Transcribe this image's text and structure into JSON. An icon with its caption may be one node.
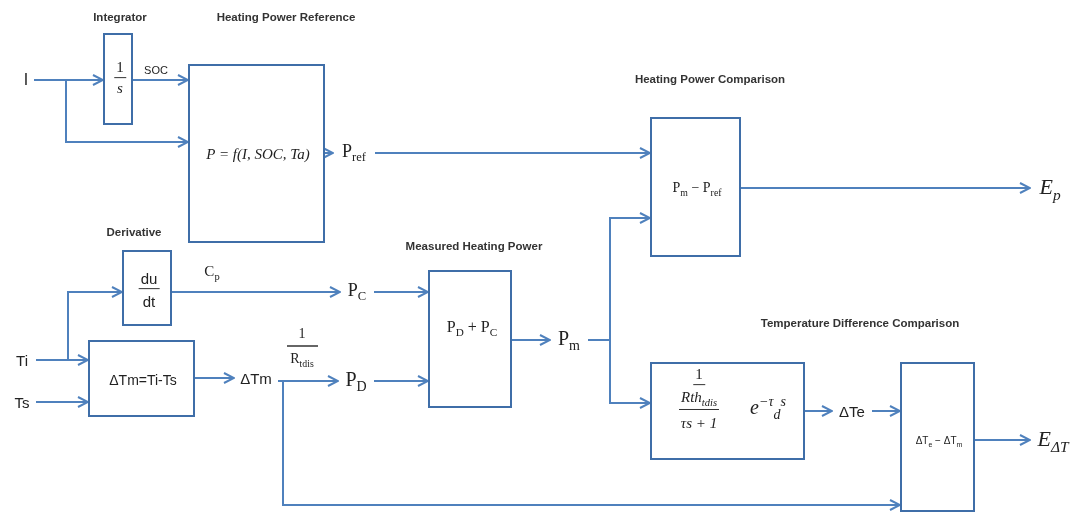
{
  "diagram": {
    "nodes": [
      {
        "text": [
          "Integrator",
          "1",
          "s"
        ]
      },
      {
        "text": [
          "Heating Power Reference",
          "P = f(I, SOC, Ta)"
        ]
      },
      {
        "text": [
          "Derivative",
          "du",
          "dt"
        ]
      },
      {
        "text": [
          "ΔTm=Ti-Ts"
        ]
      },
      {
        "text": [
          "Measured Heating Power",
          "P$_{D}$ +  P$_{C}$"
        ]
      },
      {
        "text": [
          "Heating Power Comparison",
          "P$_{m}$ −  P$_{ref}$"
        ]
      },
      {
        "text": [
          "1",
          "Rth$_{tdis}$",
          "τs + 1",
          "e$^{−τ}$$_{d}$$^{s}$"
        ]
      },
      {
        "text": [
          "Temperature Difference Comparison",
          "ΔT$_{e}$ − ΔT$_{m}$"
        ]
      },
      {
        "text": [
          "I"
        ]
      },
      {
        "text": [
          "Ti"
        ]
      },
      {
        "text": [
          "Ts"
        ]
      },
      {
        "text": [
          "P$_{ref}$"
        ]
      },
      {
        "text": [
          "P$_{C}$"
        ]
      },
      {
        "text": [
          "ΔTm"
        ]
      },
      {
        "text": [
          "P$_{D}$"
        ]
      },
      {
        "text": [
          "P$_{m}$"
        ]
      },
      {
        "text": [
          "ΔTe"
        ]
      },
      {
        "text": [
          "E$_{p}$"
        ]
      },
      {
        "text": [
          "E$_{ΔT}$"
        ]
      }
    ],
    "edges": [
      {
        "from": 8,
        "to": 0,
        "arrow": "to"
      },
      {
        "from": 8,
        "to": 1,
        "arrow": "to"
      },
      {
        "from": 0,
        "to": 1,
        "arrow": "to",
        "label": "SOC"
      },
      {
        "from": 1,
        "to": 11,
        "arrow": "to"
      },
      {
        "from": 11,
        "to": 5,
        "arrow": "to"
      },
      {
        "from": 9,
        "to": 2,
        "arrow": "to"
      },
      {
        "from": 9,
        "to": 3,
        "arrow": "to"
      },
      {
        "from": 10,
        "to": 3,
        "arrow": "to"
      },
      {
        "from": 2,
        "to": 12,
        "arrow": "to",
        "label": "C$_{p}$"
      },
      {
        "from": 3,
        "to": 13,
        "arrow": "to"
      },
      {
        "from": 13,
        "to": 14,
        "arrow": "to"
      },
      {
        "from": 13,
        "to": 7,
        "arrow": "to"
      },
      {
        "from": 12,
        "to": 4,
        "arrow": "to"
      },
      {
        "from": 14,
        "to": 4,
        "arrow": "to"
      },
      {
        "from": 4,
        "to": 15,
        "arrow": "to"
      },
      {
        "from": 15,
        "to": 5,
        "arrow": "to"
      },
      {
        "from": 15,
        "to": 6,
        "arrow": "to"
      },
      {
        "from": 5,
        "to": 17,
        "arrow": "to"
      },
      {
        "from": 6,
        "to": 16,
        "arrow": "to"
      },
      {
        "from": 16,
        "to": 7,
        "arrow": "to"
      },
      {
        "from": 7,
        "to": 18,
        "arrow": "to"
      }
    ],
    "labels": [
      "1",
      "R$_{tdis}$"
    ]
  }
}
